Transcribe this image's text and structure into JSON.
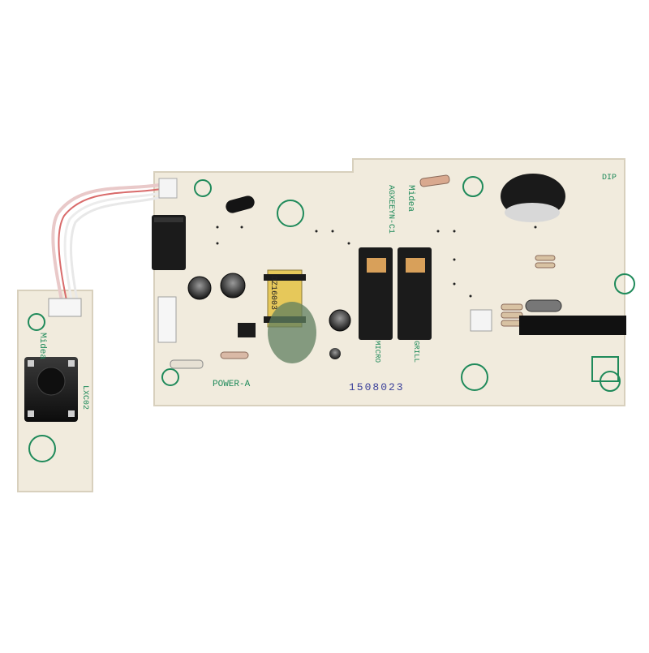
{
  "board": {
    "main": {
      "power_label": "POWER-A",
      "serial_stamp": "1508023",
      "brand": "Midea",
      "model_code": "AGXEEYN-C1",
      "coil_marking": "DZ16003",
      "relay_labels": [
        "MICRO",
        "GRILL"
      ],
      "corner_label": "DIP"
    },
    "small": {
      "brand": "Midea",
      "model_code": "LXC02"
    }
  },
  "colors": {
    "pcb": "#f1ebdd",
    "silkscreen": "#1f8a5a",
    "ink_stamp": "#3a3f9a",
    "component_black": "#1b1b1b"
  }
}
